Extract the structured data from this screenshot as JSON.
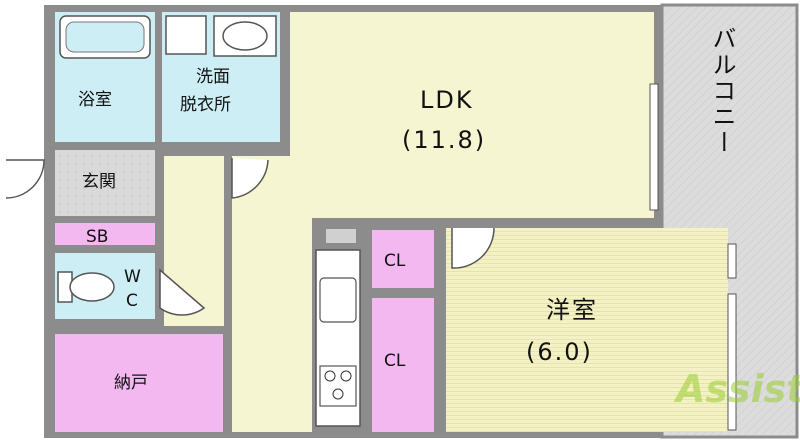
{
  "rooms": {
    "ldk": {
      "name": "LDK",
      "size": "(11.8)"
    },
    "western": {
      "name": "洋室",
      "size": "(6.0)"
    },
    "bath": {
      "name": "浴室"
    },
    "washroom": {
      "line1": "洗面",
      "line2": "脱衣所"
    },
    "entrance": {
      "name": "玄関"
    },
    "shoe_box": {
      "name": "SB"
    },
    "toilet": {
      "line1": "W",
      "line2": "C"
    },
    "storage": {
      "name": "納戸"
    },
    "closet_upper": {
      "name": "CL"
    },
    "closet_lower": {
      "name": "CL"
    },
    "balcony": {
      "name": "バルコニー"
    }
  },
  "watermark": {
    "text": "Assist"
  },
  "colors": {
    "ldk_floor": "#f6f5d2",
    "western_floor": "#f4f2c4",
    "wet_area": "#cdeef5",
    "closet": "#f4b8f0",
    "entrance": "#d9d9d9",
    "balcony": "#dcdcdc",
    "wall": "#8c8c8c"
  }
}
